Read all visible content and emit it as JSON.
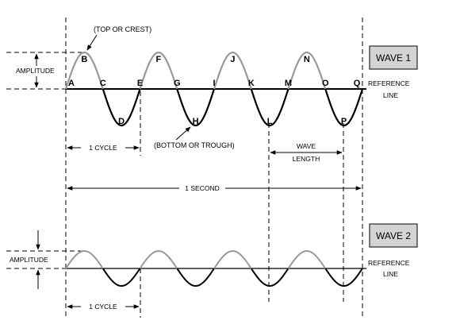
{
  "points_top": [
    "A",
    "B",
    "C",
    "D",
    "E",
    "F",
    "G",
    "H",
    "I",
    "J",
    "K",
    "L",
    "M",
    "N",
    "O",
    "P",
    "Q"
  ],
  "labels": {
    "crest": "(TOP OR CREST)",
    "trough": "(BOTTOM OR TROUGH)",
    "amplitude": "AMPLITUDE",
    "reference_line_1": "REFERENCE",
    "reference_line_2": "LINE",
    "one_cycle": "1 CYCLE",
    "one_second": "1 SECOND",
    "wavelength_1": "WAVE",
    "wavelength_2": "LENGTH"
  },
  "waves": [
    {
      "title": "WAVE 1",
      "cycles": 4
    },
    {
      "title": "WAVE 2",
      "cycles": 4
    }
  ],
  "colors": {
    "positive_half": "#999999",
    "negative_half": "#000000",
    "title_box": "#d4d4d4"
  }
}
